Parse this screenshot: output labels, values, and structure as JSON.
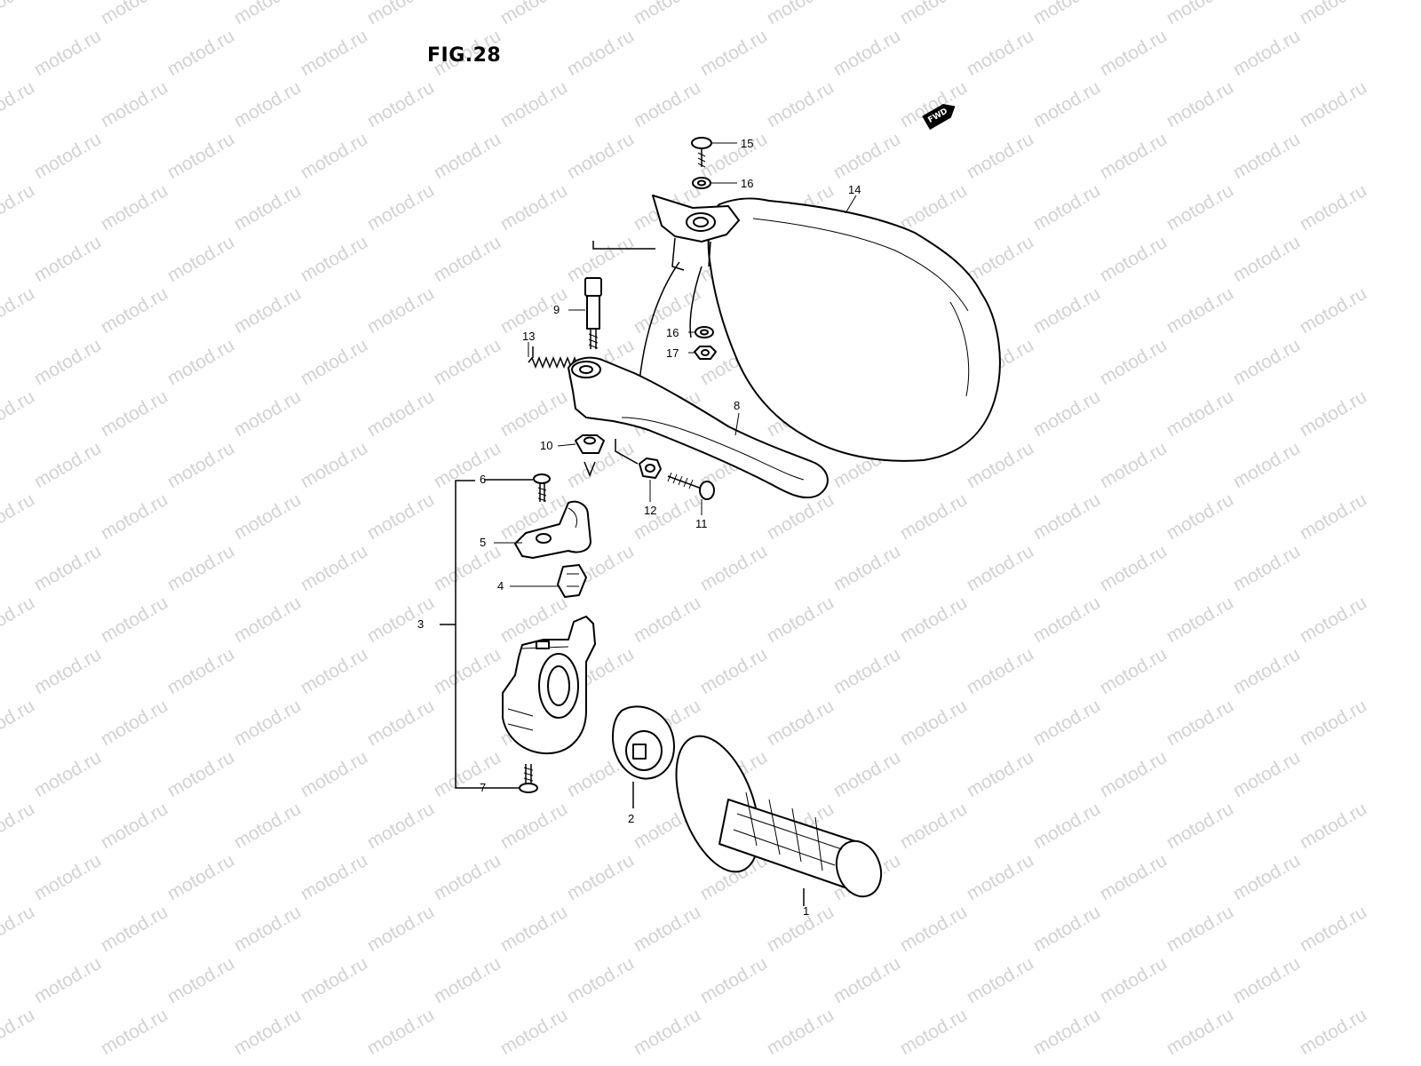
{
  "figure": {
    "title": "FIG.28",
    "direction_badge": "FWD"
  },
  "watermark": {
    "text": "motod.ru"
  },
  "callouts": [
    {
      "id": "c1",
      "label": "1"
    },
    {
      "id": "c2",
      "label": "2"
    },
    {
      "id": "c3",
      "label": "3"
    },
    {
      "id": "c4",
      "label": "4"
    },
    {
      "id": "c5",
      "label": "5"
    },
    {
      "id": "c6",
      "label": "6"
    },
    {
      "id": "c7",
      "label": "7"
    },
    {
      "id": "c8",
      "label": "8"
    },
    {
      "id": "c9",
      "label": "9"
    },
    {
      "id": "c10",
      "label": "10"
    },
    {
      "id": "c11",
      "label": "11"
    },
    {
      "id": "c12",
      "label": "12"
    },
    {
      "id": "c13",
      "label": "13"
    },
    {
      "id": "c14",
      "label": "14"
    },
    {
      "id": "c15",
      "label": "15"
    },
    {
      "id": "c16a",
      "label": "16"
    },
    {
      "id": "c16b",
      "label": "16"
    },
    {
      "id": "c17",
      "label": "17"
    }
  ],
  "colors": {
    "line": "#000000",
    "watermark": "#d2d2d2",
    "background": "#ffffff"
  }
}
